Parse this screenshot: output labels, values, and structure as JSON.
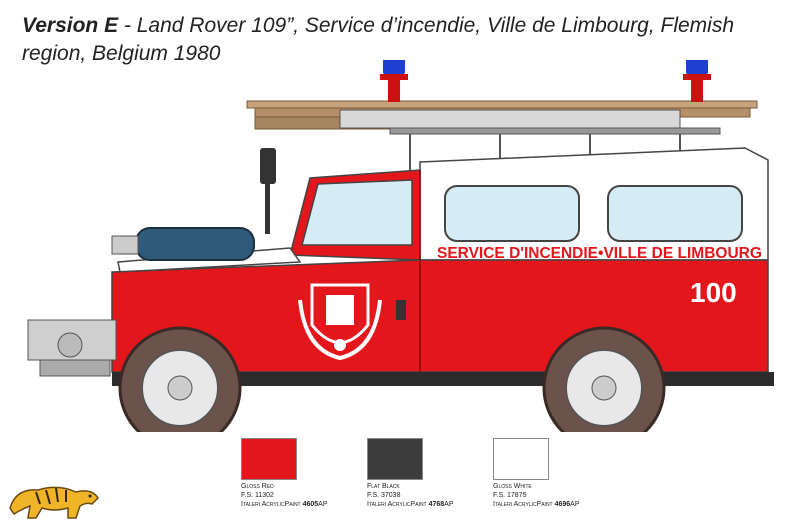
{
  "title": {
    "version": "Version E",
    "description": " - Land Rover 109”, Service d’incendie, Ville de Limbourg, Flemish region, Belgium 1980"
  },
  "vehicle": {
    "side_lettering": "SERVICE D'INCENDIE•VILLE DE LIMBOURG",
    "number": "100",
    "colors": {
      "body": "#e3161c",
      "roof": "#ffffff",
      "chassis": "#2b2b2b",
      "ladder": "#c7a27a"
    },
    "icons": [
      "beacon-icon",
      "spare-tire-icon",
      "crest-icon",
      "wheel-icon"
    ]
  },
  "swatches": [
    {
      "name": "Gloss Red",
      "fs": "F.S. 11302",
      "brand": "Italeri AcrylicPaint",
      "code_num": "4605",
      "code_suffix": "AP",
      "color": "#e3161c"
    },
    {
      "name": "Flat Black",
      "fs": "F.S. 37038",
      "brand": "Italeri AcrylicPaint",
      "code_num": "4768",
      "code_suffix": "AP",
      "color": "#3c3c3c"
    },
    {
      "name": "Gloss White",
      "fs": "F.S. 17875",
      "brand": "Italeri AcrylicPaint",
      "code_num": "4696",
      "code_suffix": "AP",
      "color": "#ffffff"
    }
  ],
  "logo": {
    "icon": "tiger-logo-icon"
  }
}
